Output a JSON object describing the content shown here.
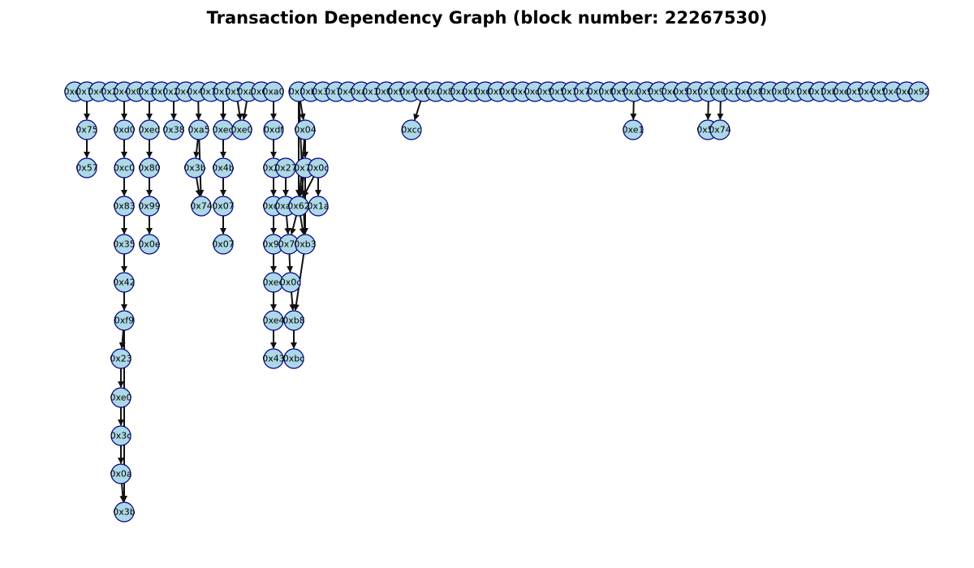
{
  "title": "Transaction Dependency Graph (block number: 22267530)",
  "colors": {
    "node_fill": "#add8e6",
    "node_stroke": "#00008b",
    "edge": "#111111"
  },
  "nodes": [
    {
      "id": "r0",
      "label": "0xe5"
    },
    {
      "id": "r1",
      "label": "0x71"
    },
    {
      "id": "r2",
      "label": "0x46"
    },
    {
      "id": "r3",
      "label": "0x2e"
    },
    {
      "id": "r4",
      "label": "0x4a"
    },
    {
      "id": "r5",
      "label": "0x08"
    },
    {
      "id": "r6",
      "label": "0x32"
    },
    {
      "id": "r7",
      "label": "0x0f"
    },
    {
      "id": "r8",
      "label": "0x24"
    },
    {
      "id": "r9",
      "label": "0x4e"
    },
    {
      "id": "r10",
      "label": "0x41"
    },
    {
      "id": "r11",
      "label": "0x17"
    },
    {
      "id": "r12",
      "label": "0x1f"
    },
    {
      "id": "r13",
      "label": "0x55"
    },
    {
      "id": "r14",
      "label": "0xad"
    },
    {
      "id": "r15",
      "label": "0x6c"
    },
    {
      "id": "r16",
      "label": "0xa0"
    },
    {
      "id": "r17",
      "label": "0x8f"
    },
    {
      "id": "r18",
      "label": "0xb8"
    },
    {
      "id": "r19",
      "label": "0x35"
    },
    {
      "id": "r20",
      "label": "0x70"
    },
    {
      "id": "r21",
      "label": "0x41"
    },
    {
      "id": "r22",
      "label": "0xa8"
    },
    {
      "id": "r23",
      "label": "0x12"
    },
    {
      "id": "r24",
      "label": "0x0b"
    },
    {
      "id": "r25",
      "label": "0x93"
    },
    {
      "id": "r26",
      "label": "0x45"
    },
    {
      "id": "r27",
      "label": "0x65"
    },
    {
      "id": "r28",
      "label": "0xa7"
    },
    {
      "id": "r29",
      "label": "0x89"
    },
    {
      "id": "r30",
      "label": "0xa9"
    },
    {
      "id": "r31",
      "label": "0x81"
    },
    {
      "id": "r32",
      "label": "0xc0"
    },
    {
      "id": "r33",
      "label": "0xf0"
    },
    {
      "id": "r34",
      "label": "0x0e"
    },
    {
      "id": "r35",
      "label": "0x4c"
    },
    {
      "id": "r36",
      "label": "0xc7"
    },
    {
      "id": "r37",
      "label": "0x99"
    },
    {
      "id": "r38",
      "label": "0x51"
    },
    {
      "id": "r39",
      "label": "0x11"
    },
    {
      "id": "r40",
      "label": "0x75"
    },
    {
      "id": "r41",
      "label": "0x0f"
    },
    {
      "id": "r42",
      "label": "0x08"
    },
    {
      "id": "r43",
      "label": "0x96"
    },
    {
      "id": "r44",
      "label": "0xa9"
    },
    {
      "id": "r45",
      "label": "0x9e"
    },
    {
      "id": "r46",
      "label": "0x94"
    },
    {
      "id": "r47",
      "label": "0xc1"
    },
    {
      "id": "r48",
      "label": "0x5d"
    },
    {
      "id": "r49",
      "label": "0xf8"
    },
    {
      "id": "r50",
      "label": "0x71"
    },
    {
      "id": "r51",
      "label": "0x0b"
    },
    {
      "id": "r52",
      "label": "0x38"
    },
    {
      "id": "r53",
      "label": "0xc7"
    },
    {
      "id": "r54",
      "label": "0x8b"
    },
    {
      "id": "r55",
      "label": "0x1f"
    },
    {
      "id": "r56",
      "label": "0x04"
    },
    {
      "id": "r57",
      "label": "0x7a"
    },
    {
      "id": "r58",
      "label": "0x60"
    },
    {
      "id": "r59",
      "label": "0x15"
    },
    {
      "id": "r60",
      "label": "0xb5"
    },
    {
      "id": "r61",
      "label": "0xe0"
    },
    {
      "id": "r62",
      "label": "0x52"
    },
    {
      "id": "r63",
      "label": "0x47"
    },
    {
      "id": "r64",
      "label": "0x55"
    },
    {
      "id": "r65",
      "label": "0x46"
    },
    {
      "id": "r66",
      "label": "0xdc"
    },
    {
      "id": "r67",
      "label": "0x92"
    },
    {
      "id": "a1",
      "label": "0x75"
    },
    {
      "id": "a2",
      "label": "0x57"
    },
    {
      "id": "b1",
      "label": "0xd0"
    },
    {
      "id": "b2",
      "label": "0xc0"
    },
    {
      "id": "b3",
      "label": "0x83"
    },
    {
      "id": "b4",
      "label": "0x35"
    },
    {
      "id": "b5",
      "label": "0x42"
    },
    {
      "id": "b6",
      "label": "0xf9"
    },
    {
      "id": "b7",
      "label": "0x23"
    },
    {
      "id": "b8",
      "label": "0xe0"
    },
    {
      "id": "b9",
      "label": "0x3c"
    },
    {
      "id": "b10",
      "label": "0x0a"
    },
    {
      "id": "b11",
      "label": "0x3b"
    },
    {
      "id": "c1",
      "label": "0xed"
    },
    {
      "id": "c2",
      "label": "0x80"
    },
    {
      "id": "c3",
      "label": "0x99"
    },
    {
      "id": "c4",
      "label": "0x0e"
    },
    {
      "id": "d1",
      "label": "0x38"
    },
    {
      "id": "e1",
      "label": "0xa5"
    },
    {
      "id": "e2",
      "label": "0x3b"
    },
    {
      "id": "e3",
      "label": "0x74"
    },
    {
      "id": "f1",
      "label": "0xed"
    },
    {
      "id": "f2",
      "label": "0x4b"
    },
    {
      "id": "f3",
      "label": "0x07"
    },
    {
      "id": "f4",
      "label": "0x07"
    },
    {
      "id": "g1",
      "label": "0xe0"
    },
    {
      "id": "h1",
      "label": "0xdf"
    },
    {
      "id": "h2",
      "label": "0x2a"
    },
    {
      "id": "h3",
      "label": "0xd8"
    },
    {
      "id": "h4",
      "label": "0x90"
    },
    {
      "id": "h5",
      "label": "0xed"
    },
    {
      "id": "h6",
      "label": "0xe4"
    },
    {
      "id": "h7",
      "label": "0x43"
    },
    {
      "id": "i1",
      "label": "0x27"
    },
    {
      "id": "i2",
      "label": "0xa1"
    },
    {
      "id": "i3",
      "label": "0x7c"
    },
    {
      "id": "i4",
      "label": "0x0c"
    },
    {
      "id": "j1",
      "label": "0x04"
    },
    {
      "id": "j2",
      "label": "0x72"
    },
    {
      "id": "j3",
      "label": "0x62"
    },
    {
      "id": "j4",
      "label": "0xb3"
    },
    {
      "id": "j5",
      "label": "0xb8"
    },
    {
      "id": "j6",
      "label": "0xbc"
    },
    {
      "id": "k1",
      "label": "0x0c"
    },
    {
      "id": "k2",
      "label": "0x1a"
    },
    {
      "id": "l1",
      "label": "0xcc"
    },
    {
      "id": "m1",
      "label": "0xe1"
    },
    {
      "id": "n1",
      "label": "0x58"
    },
    {
      "id": "n2",
      "label": "0x74"
    }
  ],
  "edges": [
    [
      "r1",
      "a1"
    ],
    [
      "a1",
      "a2"
    ],
    [
      "r4",
      "b1"
    ],
    [
      "b1",
      "b2"
    ],
    [
      "b2",
      "b3"
    ],
    [
      "b3",
      "b4"
    ],
    [
      "b4",
      "b5"
    ],
    [
      "b5",
      "b6"
    ],
    [
      "b6",
      "b7"
    ],
    [
      "b7",
      "b8"
    ],
    [
      "b8",
      "b9"
    ],
    [
      "b9",
      "b10"
    ],
    [
      "b10",
      "b11"
    ],
    [
      "b6",
      "b11"
    ],
    [
      "r6",
      "c1"
    ],
    [
      "c1",
      "c2"
    ],
    [
      "c2",
      "c3"
    ],
    [
      "c3",
      "c4"
    ],
    [
      "r8",
      "d1"
    ],
    [
      "r10",
      "e1"
    ],
    [
      "e1",
      "e2"
    ],
    [
      "e2",
      "e3"
    ],
    [
      "e1",
      "e3"
    ],
    [
      "r12",
      "f1"
    ],
    [
      "f1",
      "f2"
    ],
    [
      "f2",
      "f3"
    ],
    [
      "f3",
      "f4"
    ],
    [
      "r14",
      "g1"
    ],
    [
      "r13",
      "g1"
    ],
    [
      "r16",
      "h1"
    ],
    [
      "h1",
      "h2"
    ],
    [
      "h2",
      "h3"
    ],
    [
      "h3",
      "h4"
    ],
    [
      "h4",
      "h5"
    ],
    [
      "h5",
      "h6"
    ],
    [
      "h6",
      "h7"
    ],
    [
      "i1",
      "i2"
    ],
    [
      "i2",
      "i3"
    ],
    [
      "i3",
      "i4"
    ],
    [
      "i4",
      "j5"
    ],
    [
      "j3",
      "i3"
    ],
    [
      "r17",
      "j1"
    ],
    [
      "j1",
      "j2"
    ],
    [
      "j2",
      "j3"
    ],
    [
      "j3",
      "j4"
    ],
    [
      "j4",
      "j5"
    ],
    [
      "j5",
      "j6"
    ],
    [
      "r17",
      "j3"
    ],
    [
      "r17",
      "j4"
    ],
    [
      "j1",
      "j3"
    ],
    [
      "j2",
      "j4"
    ],
    [
      "k1",
      "j3"
    ],
    [
      "k1",
      "k2"
    ],
    [
      "r27",
      "l1"
    ],
    [
      "r44",
      "m1"
    ],
    [
      "r50",
      "n1"
    ],
    [
      "r51",
      "n2"
    ]
  ]
}
